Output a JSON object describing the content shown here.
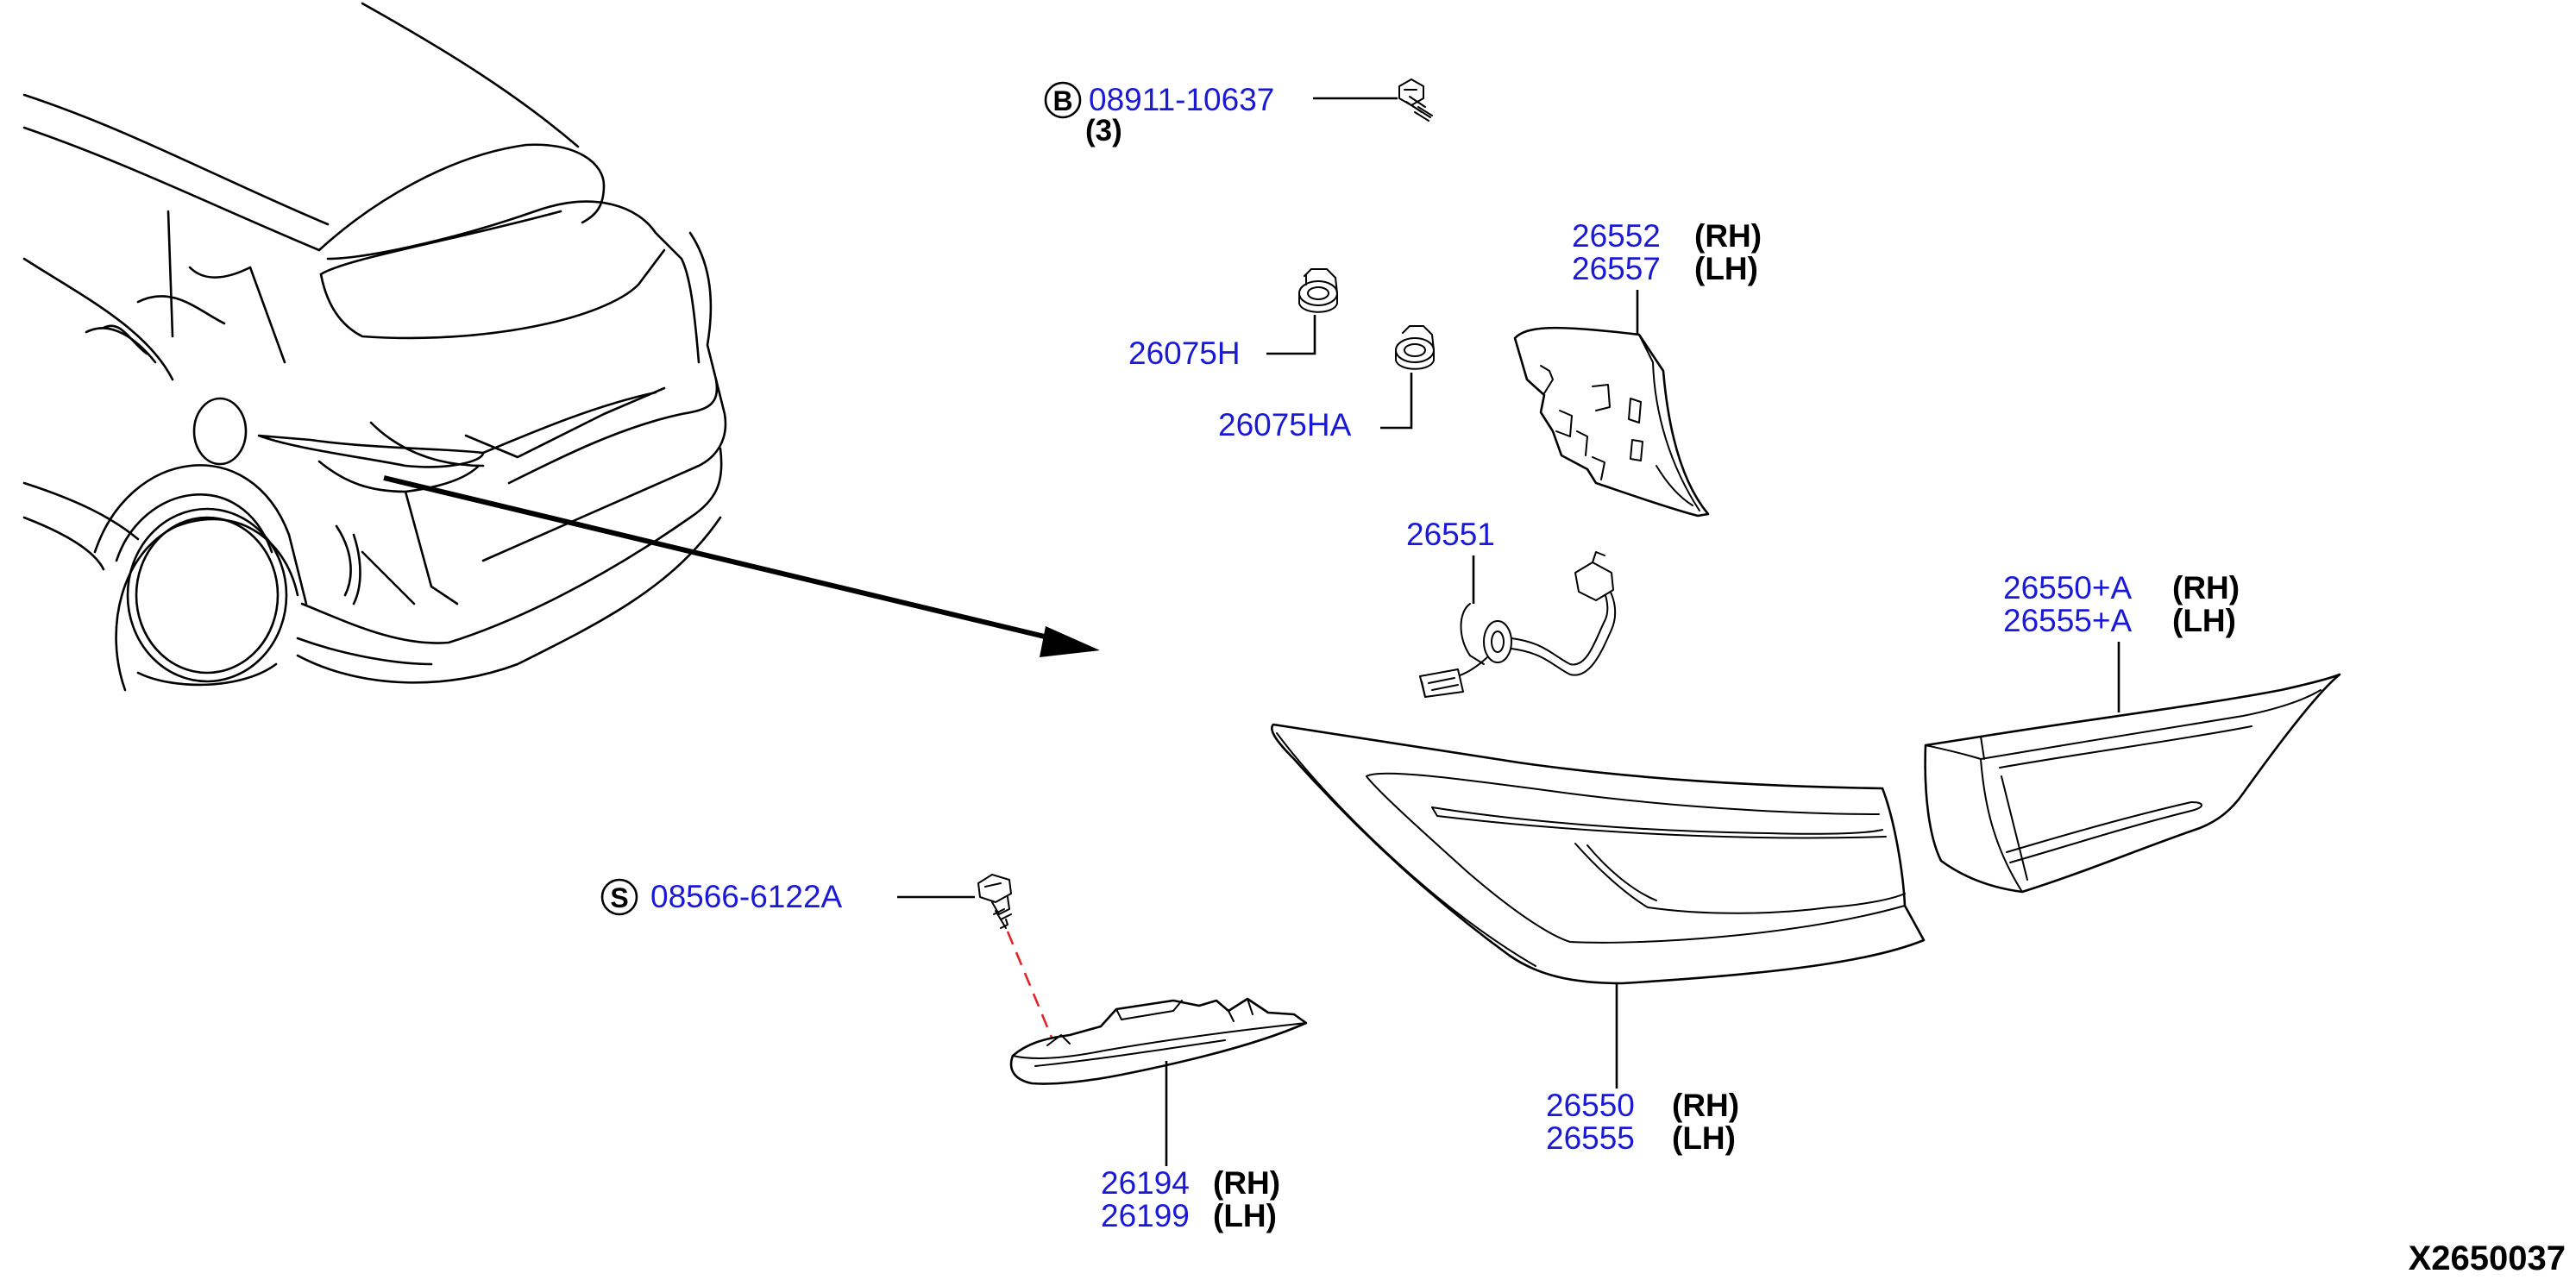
{
  "diagram_code": "X2650037",
  "accent_colors": {
    "part_number": "#1a1ad6",
    "dashed_guide": "#e0262b",
    "line": "#000000"
  },
  "callouts": {
    "bolt": {
      "badge": "B",
      "number": "08911-10637",
      "qty": "(3)"
    },
    "screw": {
      "badge": "S",
      "number": "08566-6122A"
    },
    "grommet_h": {
      "number": "26075H"
    },
    "grommet_ha": {
      "number": "26075HA"
    },
    "bracket": {
      "rh_number": "26552",
      "rh": "(RH)",
      "lh_number": "26557",
      "lh": "(LH)"
    },
    "harness": {
      "number": "26551"
    },
    "lamp_inner": {
      "rh_number": "26550+A",
      "rh": "(RH)",
      "lh_number": "26555+A",
      "lh": "(LH)"
    },
    "lamp_outer": {
      "rh_number": "26550",
      "rh": "(RH)",
      "lh_number": "26555",
      "lh": "(LH)"
    },
    "reflector": {
      "rh_number": "26194",
      "rh": "(RH)",
      "lh_number": "26199",
      "lh": "(LH)"
    }
  }
}
